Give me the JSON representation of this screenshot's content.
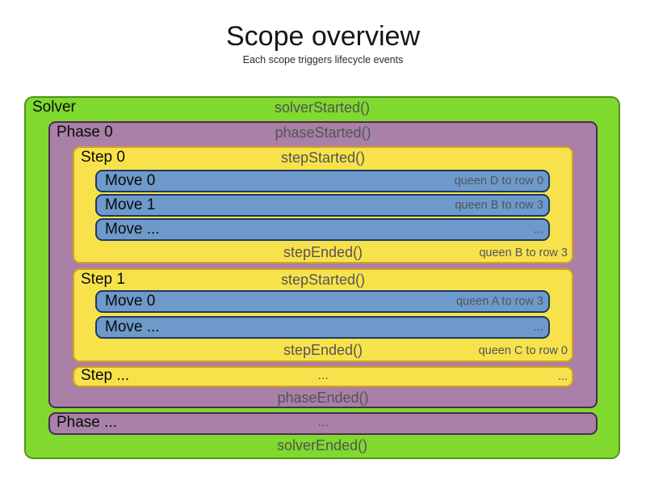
{
  "header": {
    "title": "Scope overview",
    "subtitle": "Each scope triggers lifecycle events"
  },
  "solver": {
    "label": "Solver",
    "started_event": "solverStarted()",
    "ended_event": "solverEnded()"
  },
  "phase0": {
    "label": "Phase 0",
    "started_event": "phaseStarted()",
    "ended_event": "phaseEnded()"
  },
  "phase_more": {
    "label": "Phase ...",
    "center_dots": "..."
  },
  "step0": {
    "label": "Step 0",
    "started_event": "stepStarted()",
    "ended_event": "stepEnded()",
    "ended_note": "queen B to row 3",
    "moves": [
      {
        "label": "Move 0",
        "note": "queen D to row 0"
      },
      {
        "label": "Move 1",
        "note": "queen B to row 3"
      },
      {
        "label": "Move ...",
        "note": "..."
      }
    ]
  },
  "step1": {
    "label": "Step 1",
    "started_event": "stepStarted()",
    "ended_event": "stepEnded()",
    "ended_note": "queen C to row 0",
    "moves": [
      {
        "label": "Move 0",
        "note": "queen A to row 3"
      },
      {
        "label": "Move ...",
        "note": "..."
      }
    ]
  },
  "step_more": {
    "label": "Step ...",
    "center_dots": "...",
    "right_dots": "..."
  },
  "colors": {
    "solver_fill": "#7fd92e",
    "solver_border": "#519413",
    "phase_fill": "#a880a8",
    "phase_border": "#4b2a52",
    "step_fill": "#f8e24c",
    "step_border": "#d8a018",
    "move_fill": "#6d9aca",
    "move_border": "#1e3863",
    "event_text": "#545454",
    "note_text": "#4f565e"
  }
}
